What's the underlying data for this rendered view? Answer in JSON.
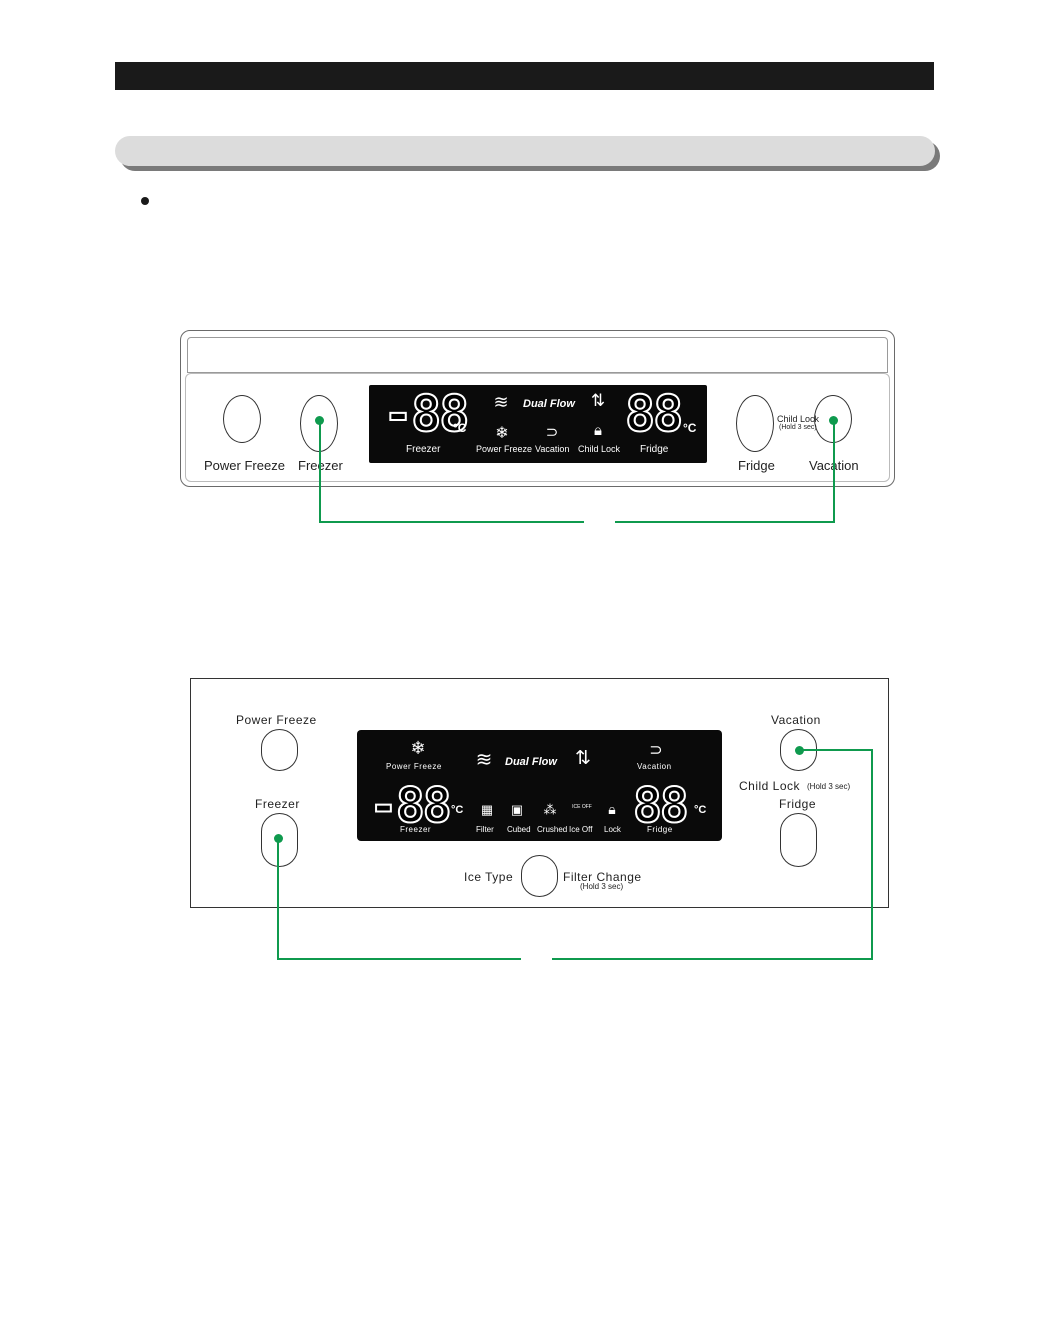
{
  "panel1": {
    "buttons": {
      "power_freeze": "Power Freeze",
      "freezer": "Freezer",
      "fridge": "Fridge",
      "vacation": "Vacation"
    },
    "child_lock": "Child Lock",
    "child_lock_hold": "(Hold 3 sec)",
    "display": {
      "freezer_temp": "-88",
      "fridge_temp": "88",
      "unit": "°C",
      "dual_flow": "Dual Flow",
      "freezer_label": "Freezer",
      "power_freeze_label": "Power Freeze",
      "vacation_label": "Vacation",
      "child_lock_label": "Child Lock",
      "fridge_label": "Fridge"
    }
  },
  "panel2": {
    "buttons": {
      "power_freeze": "Power Freeze",
      "freezer": "Freezer",
      "vacation": "Vacation",
      "child_lock": "Child Lock",
      "child_lock_hold": "(Hold 3 sec)",
      "fridge": "Fridge",
      "ice_type": "Ice Type",
      "filter_change": "Filter Change",
      "filter_change_hold": "(Hold 3 sec)"
    },
    "display": {
      "power_freeze_label": "Power Freeze",
      "dual_flow": "Dual Flow",
      "vacation_label": "Vacation",
      "freezer_temp": "-88",
      "fridge_temp": "88",
      "unit": "°C",
      "freezer_label": "Freezer",
      "filter_label": "Filter",
      "cubed_label": "Cubed",
      "crushed_label": "Crushed",
      "ice_off_label": "Ice Off",
      "ice_off_icon_text": "ICE OFF",
      "lock_label": "Lock",
      "fridge_label": "Fridge"
    }
  },
  "colors": {
    "connector": "#0f9a4e",
    "lcd_background": "#0a0a0a"
  }
}
